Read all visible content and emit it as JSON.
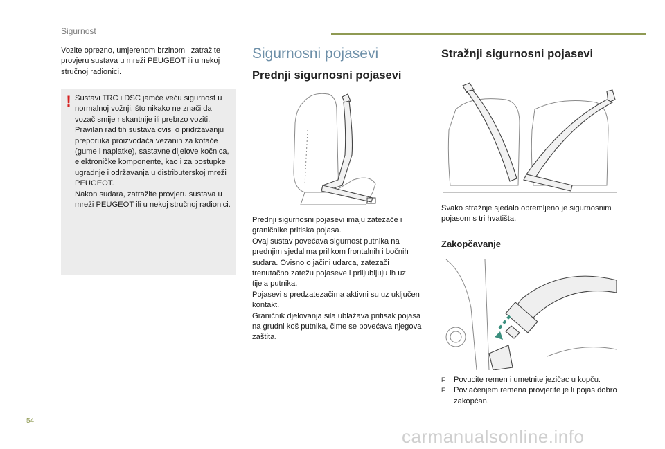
{
  "header": {
    "section_label": "Sigurnost",
    "accent_color": "#8f9a53"
  },
  "left_column": {
    "intro": "Vozite oprezno, umjerenom brzinom i zatražite provjeru sustava u mreži PEUGEOT ili u nekoj stručnoj radionici.",
    "warning": {
      "icon": "exclamation-icon",
      "text": "Sustavi TRC i DSC jamče veću sigurnost u normalnoj vožnji, što nikako ne znači da vozač smije riskantnije ili prebrzo voziti.\nPravilan rad tih sustava ovisi o pridržavanju preporuka proizvođača vezanih za kotače (gume i naplatke), sastavne dijelove kočnica, elektroničke komponente, kao i za postupke ugradnje i održavanja u distributerskoj mreži PEUGEOT.\nNakon sudara, zatražite provjeru sustava u mreži PEUGEOT ili u nekoj stručnoj radionici."
    }
  },
  "middle_column": {
    "chapter_title": "Sigurnosni pojasevi",
    "section_title": "Prednji sigurnosni pojasevi",
    "text": "Prednji sigurnosni pojasevi imaju zatezače i graničnike pritiska pojasa.\nOvaj sustav povećava sigurnost putnika na prednjim sjedalima prilikom frontalnih i bočnih sudara. Ovisno o jačini udarca, zatezači trenutačno zatežu pojaseve i priljubljuju ih uz tijela putnika.\nPojasevi s predzatezačima aktivni su uz uključen kontakt.\nGraničnik djelovanja sila ublažava pritisak pojasa na grudni koš putnika, čime se povećava njegova zaštita."
  },
  "right_column": {
    "section_title": "Stražnji sigurnosni pojasevi",
    "text": "Svako stražnje sjedalo opremljeno je sigurnosnim pojasom s tri hvatišta.",
    "subsection_title": "Zakopčavanje",
    "steps": [
      {
        "bullet": "F",
        "text": "Povucite remen i umetnite jezičac u kopču."
      },
      {
        "bullet": "F",
        "text": "Povlačenjem remena provjerite je li pojas dobro zakopčan."
      }
    ]
  },
  "footer": {
    "page_number": "54",
    "watermark": "carmanualsonline.info"
  }
}
